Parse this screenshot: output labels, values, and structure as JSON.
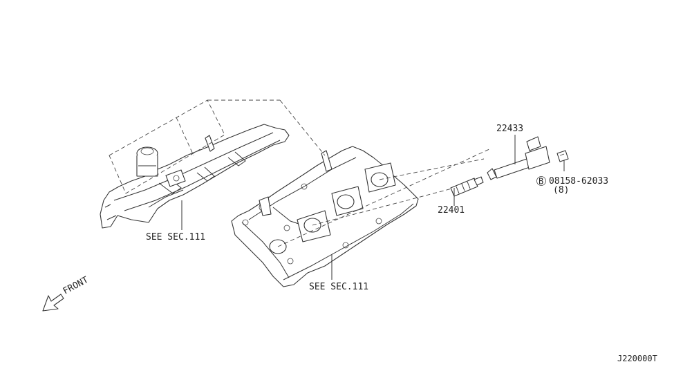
{
  "labels": {
    "left_cover_ref": "SEE SEC.111",
    "right_cover_ref": "SEE SEC.111",
    "coil_part": "22433",
    "plug_part": "22401",
    "bolt_part": "08158-62033",
    "bolt_qty": "(8)",
    "bolt_marker": "B",
    "front_label": "FRONT",
    "diagram_code": "J220000T"
  },
  "colors": {
    "line": "#333333",
    "background": "#ffffff"
  }
}
